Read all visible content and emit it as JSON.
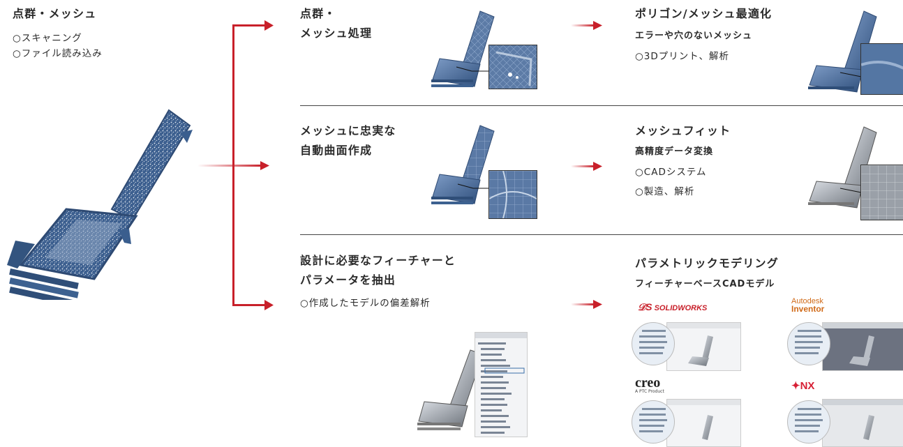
{
  "source": {
    "title": "点群・メッシュ",
    "items": [
      "○スキャニング",
      "○ファイル読み込み"
    ]
  },
  "rows": [
    {
      "process_title_lines": [
        "点群・",
        "メッシュ処理"
      ],
      "result_title": "ポリゴン/メッシュ最適化",
      "result_subtitle": "エラーや穴のないメッシュ",
      "result_items": [
        "○3Dプリント、解析"
      ]
    },
    {
      "process_title_lines": [
        "メッシュに忠実な",
        "自動曲面作成"
      ],
      "result_title": "メッシュフィット",
      "result_subtitle": "高精度データ変換",
      "result_items": [
        "○CADシステム",
        "○製造、解析"
      ]
    },
    {
      "process_title_lines": [
        "設計に必要なフィーチャーと",
        "パラメータを抽出"
      ],
      "process_items": [
        "○作成したモデルの偏差解析"
      ],
      "result_title": "パラメトリックモデリング",
      "result_subtitle": "フィーチャーベースCADモデル"
    }
  ],
  "cad_logos": {
    "solidworks": "SOLIDWORKS",
    "autodesk": "Autodesk",
    "inventor": "Inventor",
    "creo": "creo",
    "creo_sub": "A PTC Product",
    "nx": "NX"
  },
  "colors": {
    "arrow_red": "#c8202a",
    "text_dark": "#2a2a2a",
    "divider": "#444444",
    "mesh_blue": "#4a6f9e"
  }
}
